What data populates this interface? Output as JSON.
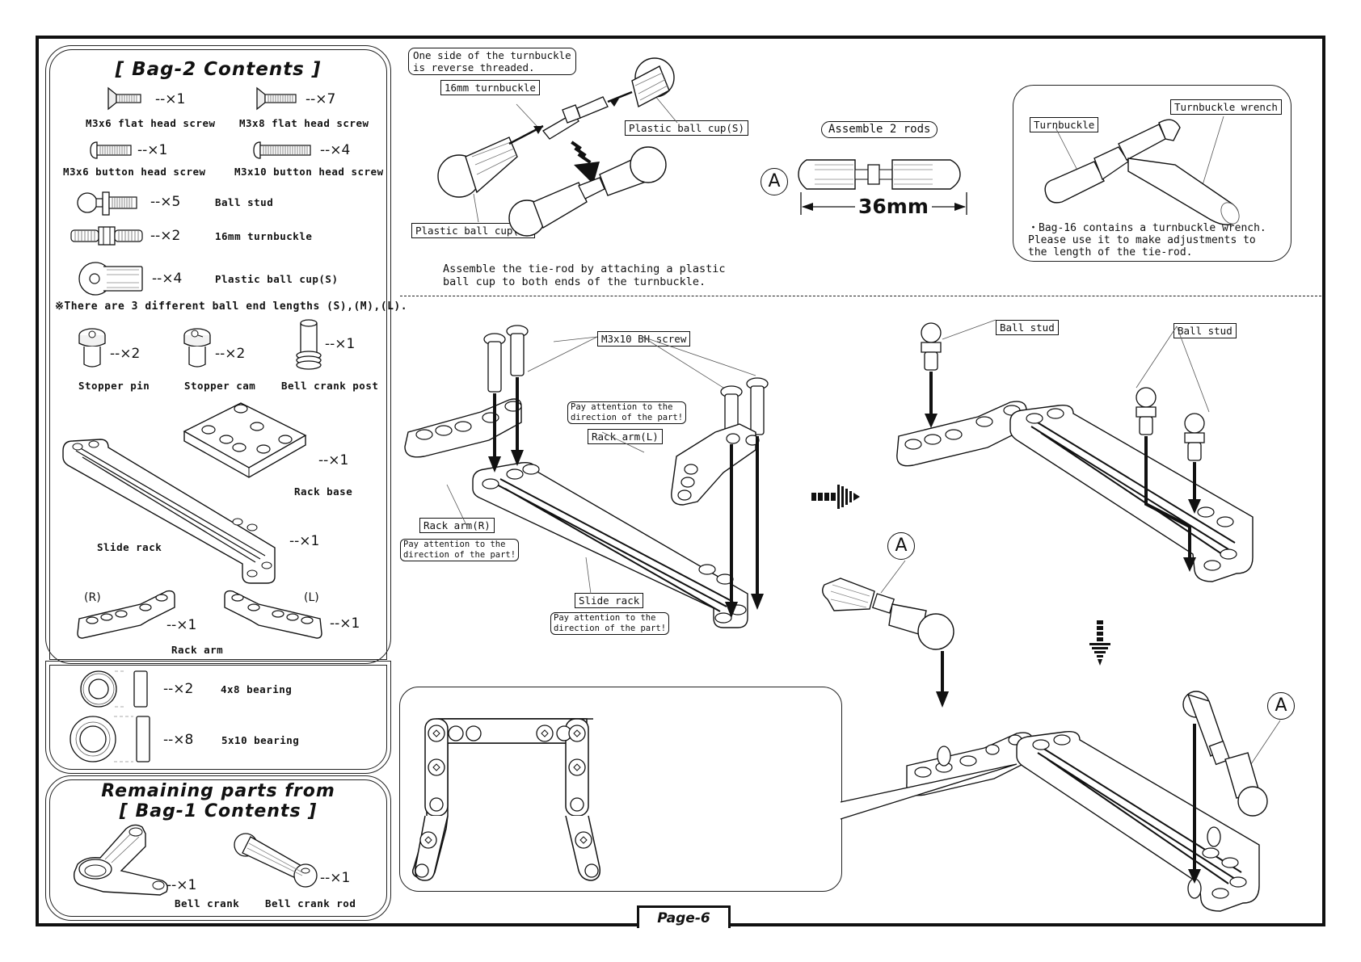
{
  "page": {
    "label": "Page-6"
  },
  "bag2": {
    "title": "[ Bag-2 Contents ]",
    "parts": [
      {
        "name": "M3x6 flat head screw",
        "qty": "--×1",
        "icon": "flat-head-screw-icon"
      },
      {
        "name": "M3x8 flat head screw",
        "qty": "--×7",
        "icon": "flat-head-screw-icon"
      },
      {
        "name": "M3x6 button head screw",
        "qty": "--×1",
        "icon": "button-head-screw-icon"
      },
      {
        "name": "M3x10 button head screw",
        "qty": "--×4",
        "icon": "button-head-screw-icon"
      },
      {
        "name": "Ball stud",
        "qty": "--×5",
        "icon": "ball-stud-icon"
      },
      {
        "name": "16mm turnbuckle",
        "qty": "--×2",
        "icon": "turnbuckle-icon"
      },
      {
        "name": "Plastic ball cup(S)",
        "qty": "--×4",
        "icon": "ball-cup-icon"
      },
      {
        "name": "Stopper pin",
        "qty": "--×2",
        "icon": "stopper-pin-icon"
      },
      {
        "name": "Stopper cam",
        "qty": "--×2",
        "icon": "stopper-cam-icon"
      },
      {
        "name": "Bell crank post",
        "qty": "--×1",
        "icon": "bell-crank-post-icon"
      },
      {
        "name": "Rack base",
        "qty": "--×1",
        "icon": "rack-base-icon"
      },
      {
        "name": "Slide rack",
        "qty": "--×1",
        "icon": "slide-rack-icon"
      },
      {
        "name": "Rack arm",
        "qty": "--×1",
        "icon": "rack-arm-icon",
        "qty_l": "--×1",
        "side_r": "(R)",
        "side_l": "(L)"
      }
    ],
    "note": "※There are 3 different ball end lengths (S),(M),(L)."
  },
  "bearings": [
    {
      "name": "4x8 bearing",
      "qty": "--×2"
    },
    {
      "name": "5x10 bearing",
      "qty": "--×8"
    }
  ],
  "bag1": {
    "title_line1": "Remaining parts from",
    "title_line2": "[ Bag-1 Contents ]",
    "parts": [
      {
        "name": "Bell crank",
        "qty": "--×1"
      },
      {
        "name": "Bell crank rod",
        "qty": "--×1"
      }
    ]
  },
  "step_tierod": {
    "callout_reverse": "One side of the turnbuckle\nis reverse threaded.",
    "label_turnbuckle": "16mm turnbuckle",
    "label_cup_right": "Plastic ball cup(S)",
    "label_cup_left": "Plastic ball cup(S)",
    "instruction": "Assemble the tie-rod by attaching a plastic\nball cup to both ends of the turnbuckle."
  },
  "step_rods": {
    "callout": "Assemble 2 rods",
    "marker": "A",
    "dimension": "36mm"
  },
  "wrench_box": {
    "label_turnbuckle": "Turnbuckle",
    "label_wrench": "Turnbuckle wrench",
    "note": "・Bag-16 contains a turnbuckle wrench.\n Please use it to make adjustments to\n  the length of the tie-rod."
  },
  "step_rack": {
    "label_screw": "M3x10 BH screw",
    "label_arm_l": "Rack arm(L)",
    "label_arm_r": "Rack arm(R)",
    "label_slide": "Slide rack",
    "attention": "Pay attention to the\ndirection of the part!"
  },
  "step_ballstud": {
    "label_stud_1": "Ball stud",
    "label_stud_2": "Ball stud",
    "marker": "A"
  }
}
